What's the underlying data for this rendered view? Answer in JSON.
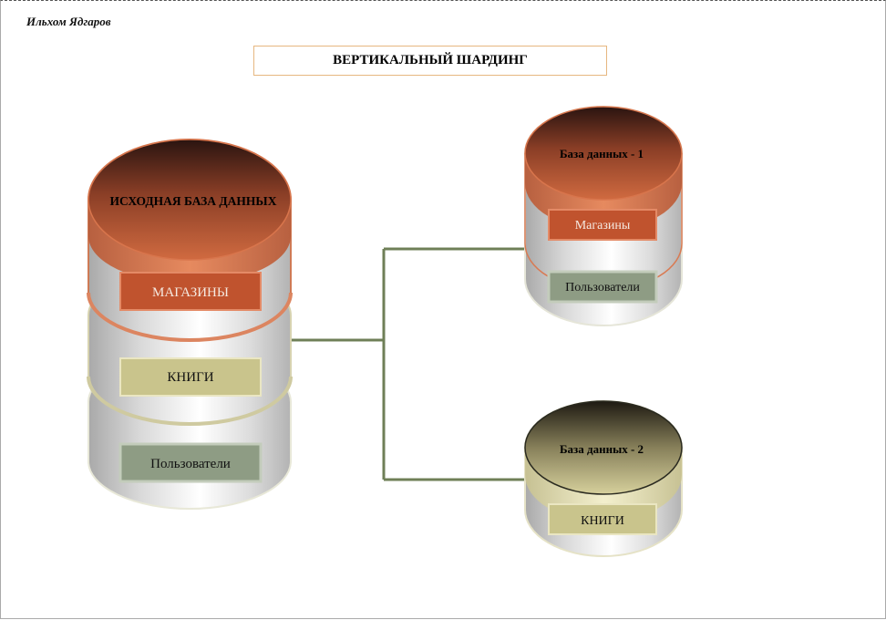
{
  "author": "Ильхом Ядгаров",
  "title": "ВЕРТИКАЛЬНЫЙ ШАРДИНГ",
  "source_db": {
    "label": "ИСХОДНАЯ БАЗА ДАННЫХ",
    "tables": [
      "МАГАЗИНЫ",
      "КНИГИ",
      "Пользователи"
    ]
  },
  "shard_1": {
    "label": "База данных - 1",
    "tables": [
      "Магазины",
      "Пользователи"
    ]
  },
  "shard_2": {
    "label": "База данных - 2",
    "tables": [
      "КНИГИ"
    ]
  },
  "colors": {
    "shops": "#c0532e",
    "books": "#c9c48c",
    "users": "#8e9c84",
    "connector": "#6f7f57",
    "cylinder_border": "#e0e0d0"
  }
}
